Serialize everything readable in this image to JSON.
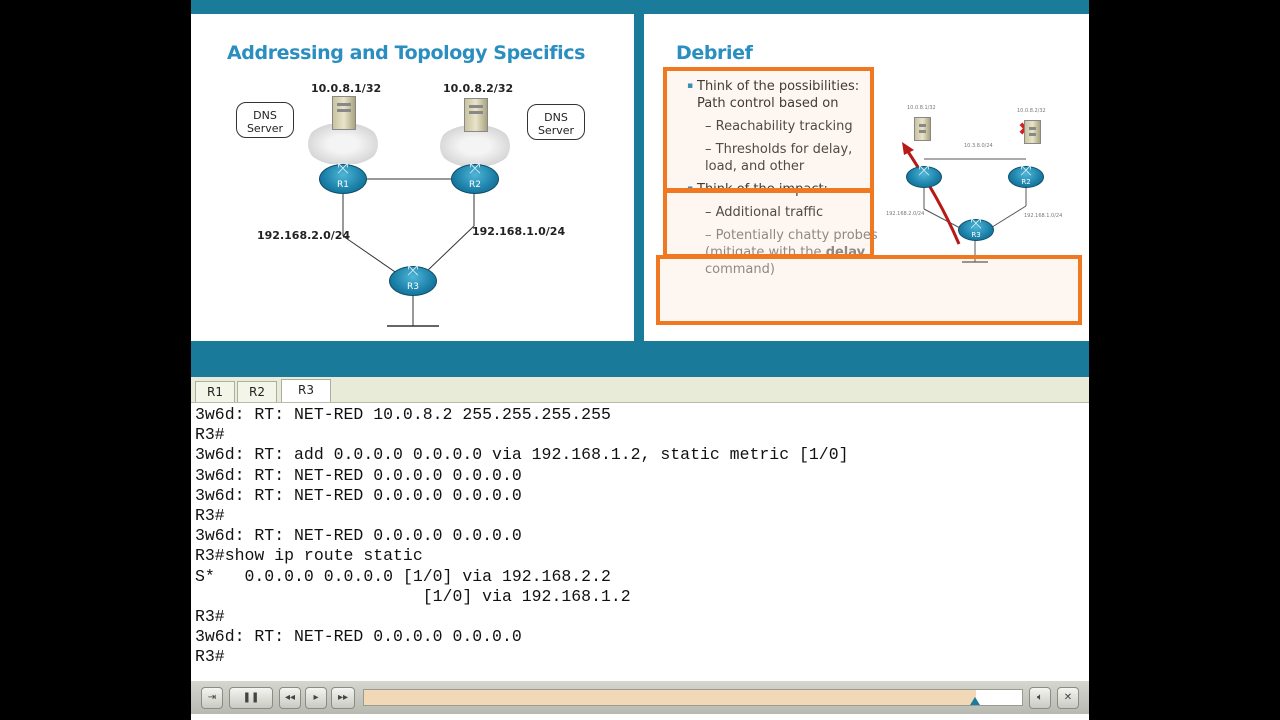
{
  "left_slide": {
    "title": "Addressing and Topology Specifics",
    "labels": {
      "ip1": "10.0.8.1/32",
      "ip2": "10.0.8.2/32",
      "dns1": "DNS\nServer",
      "dns2": "DNS\nServer",
      "net1": "192.168.2.0/24",
      "net2": "192.168.1.0/24",
      "r1": "R1",
      "r2": "R2",
      "r3": "R3"
    }
  },
  "right_slide": {
    "title": "Debrief",
    "bullets": {
      "b1": "Think of the possibilities: Path control based on",
      "b1_sub1": "– Reachability tracking",
      "b1_sub2": "– Thresholds for delay, load, and other performance parameters",
      "b2": "Think of the impact:",
      "b2_sub1": "– Additional traffic",
      "b2_sub2_a": "– Potentially chatty probes (mitigate with the ",
      "b2_sub2_bold": "delay",
      "b2_sub2_b": " command)"
    },
    "mini_diagram": {
      "ip1": "10.0.8.1/32",
      "ip2": "10.0.8.2/32",
      "link": "10.3.8.0/24",
      "net1": "192.168.2.0/24",
      "net2": "192.168.1.0/24",
      "r2": "R2",
      "r3": "R3"
    },
    "highlight_color": "#f07820"
  },
  "tabs": [
    "R1",
    "R2",
    "R3"
  ],
  "active_tab": "R3",
  "terminal_lines": [
    "3w6d: RT: NET-RED 10.0.8.2 255.255.255.255",
    "R3#",
    "3w6d: RT: add 0.0.0.0 0.0.0.0 via 192.168.1.2, static metric [1/0]",
    "3w6d: RT: NET-RED 0.0.0.0 0.0.0.0",
    "3w6d: RT: NET-RED 0.0.0.0 0.0.0.0",
    "R3#",
    "3w6d: RT: NET-RED 0.0.0.0 0.0.0.0",
    "R3#show ip route static",
    "S*   0.0.0.0 0.0.0.0 [1/0] via 192.168.2.2",
    "                       [1/0] via 192.168.1.2",
    "R3#",
    "3w6d: RT: NET-RED 0.0.0.0 0.0.0.0",
    "R3#"
  ],
  "player": {
    "progress": 0.93,
    "icons": [
      "exit-icon",
      "pause-icon",
      "rewind-icon",
      "step-icon",
      "fast-forward-icon",
      "volume-icon",
      "close-icon"
    ]
  }
}
